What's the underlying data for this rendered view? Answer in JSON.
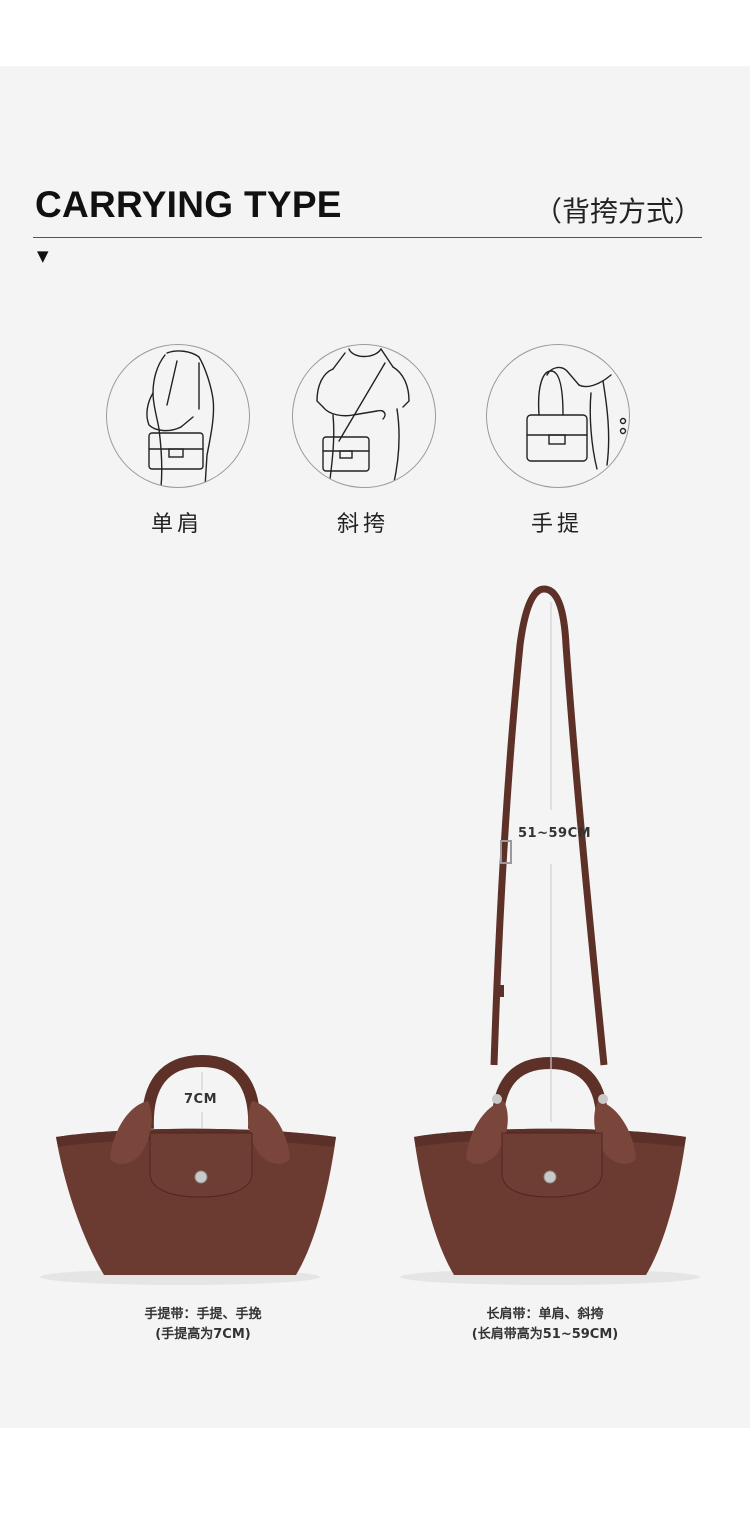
{
  "header": {
    "title": "CARRYING TYPE",
    "subtitle": "（背挎方式）"
  },
  "carry_types": [
    {
      "label": "单肩",
      "icon": "shoulder-carry-icon"
    },
    {
      "label": "斜挎",
      "icon": "crossbody-carry-icon"
    },
    {
      "label": "手提",
      "icon": "hand-carry-icon"
    }
  ],
  "dimensions": {
    "handle_height": "7CM",
    "strap_length": "51~59CM"
  },
  "captions": {
    "left_line1": "手提带：手提、手挽",
    "left_line2": "(手提高为7CM)",
    "right_line1": "长肩带：单肩、斜挎",
    "right_line2": "(长肩带高为51~59CM)"
  },
  "colors": {
    "bag_leather": "#6b3b31",
    "panel_bg": "#f4f4f4"
  }
}
